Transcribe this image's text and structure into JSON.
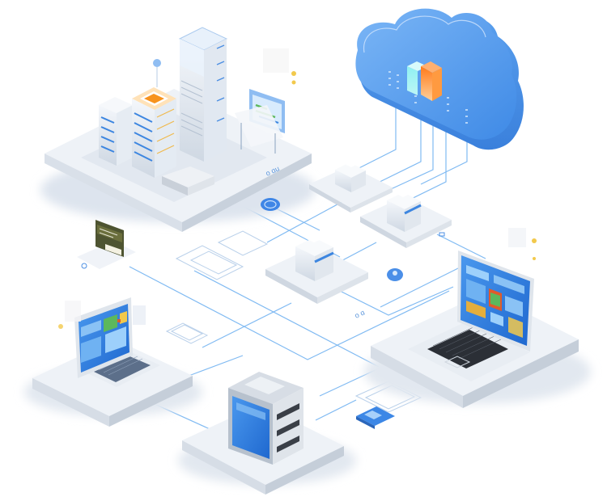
{
  "scene": {
    "type": "isometric-network-infrastructure-illustration",
    "background": "#ffffff",
    "colors": {
      "cloud": "#4a97ec",
      "cloud_light": "#8cc0f7",
      "line": "#5aa6ee",
      "platform_top": "#eef2f7",
      "platform_side": "#d6dde6",
      "screen": "#2f7fe0",
      "accent_orange": "#f7931e",
      "accent_teal": "#7fe0e8",
      "keyboard": "#2b2f36"
    }
  },
  "nodes": [
    {
      "id": "data-center",
      "label": "data center platform with server towers",
      "icon": "server-rack-icon"
    },
    {
      "id": "cloud",
      "label": "cloud storage",
      "icon": "cloud-icon"
    },
    {
      "id": "switch-1",
      "label": "network switch top",
      "icon": "server-icon"
    },
    {
      "id": "switch-2",
      "label": "network switch right",
      "icon": "server-icon"
    },
    {
      "id": "switch-3",
      "label": "network switch center",
      "icon": "server-icon"
    },
    {
      "id": "laptop-right",
      "label": "laptop dashboard large",
      "icon": "laptop-icon"
    },
    {
      "id": "laptop-left",
      "label": "laptop dashboard small",
      "icon": "laptop-icon"
    },
    {
      "id": "storage-server",
      "label": "storage server",
      "icon": "server-icon"
    },
    {
      "id": "terminal",
      "label": "login terminal",
      "icon": "terminal-icon"
    },
    {
      "id": "chip-board",
      "label": "circuit board chip",
      "icon": "chip-icon"
    }
  ],
  "badges": [
    {
      "id": "gear-badge-1",
      "icon": "gear-icon"
    },
    {
      "id": "gear-badge-2",
      "icon": "cloud-gear-icon"
    }
  ]
}
